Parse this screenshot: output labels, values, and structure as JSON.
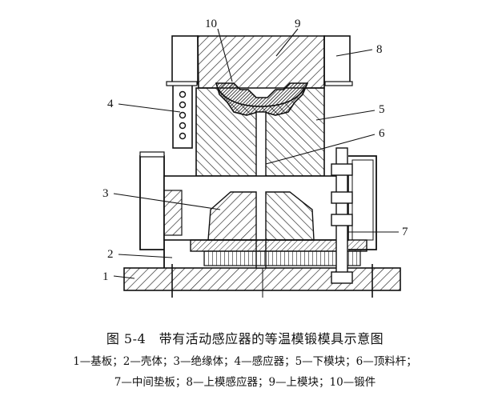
{
  "figure": {
    "part_numbers": [
      "1",
      "2",
      "3",
      "4",
      "5",
      "6",
      "7",
      "8",
      "9",
      "10"
    ]
  },
  "caption": "图 5-4　带有活动感应器的等温模锻模具示意图",
  "legend": {
    "line1": "1—基板；2—壳体；3—绝缘体；4—感应器；5—下模块；6—顶料杆；",
    "line2": "7—中间垫板；8—上模感应器；9—上模块；10—锻件"
  }
}
